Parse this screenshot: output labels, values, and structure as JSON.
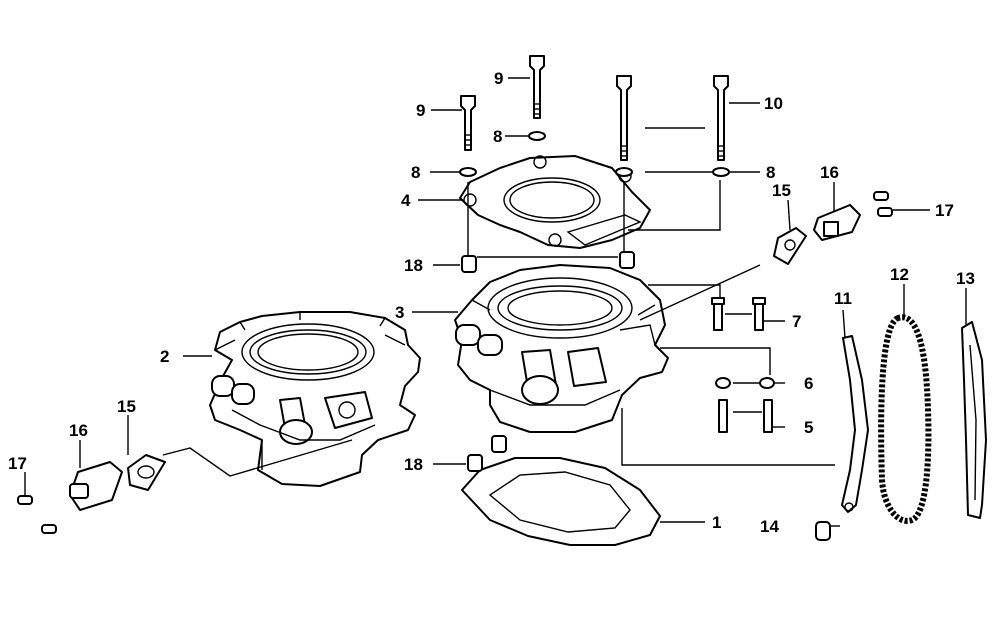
{
  "diagram": {
    "callouts": {
      "c1": "1",
      "c2": "2",
      "c3": "3",
      "c4": "4",
      "c5": "5",
      "c6": "6",
      "c7": "7",
      "c8a": "8",
      "c8b": "8",
      "c8c": "8",
      "c9a": "9",
      "c9b": "9",
      "c10": "10",
      "c11": "11",
      "c12": "12",
      "c13": "13",
      "c14": "14",
      "c15a": "15",
      "c15b": "15",
      "c16a": "16",
      "c16b": "16",
      "c17a": "17",
      "c17b": "17",
      "c18a": "18",
      "c18b": "18"
    }
  }
}
